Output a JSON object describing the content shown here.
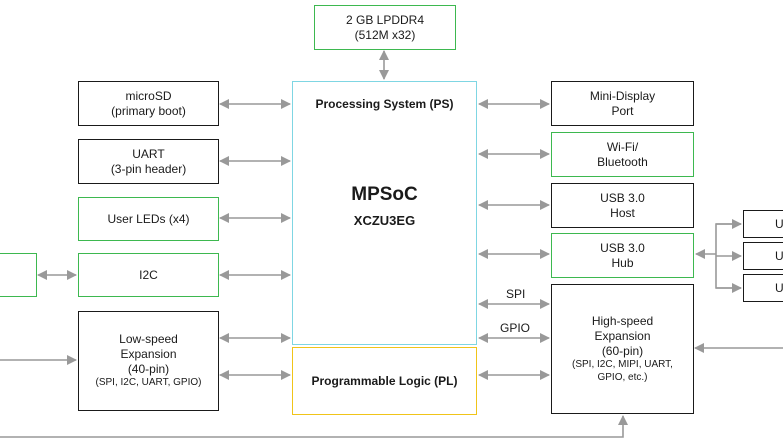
{
  "diagram": {
    "ps": {
      "title": "Processing System (PS)",
      "soc": "MPSoC",
      "part": "XCZU3EG"
    },
    "pl": {
      "title": "Programmable Logic (PL)"
    },
    "memory": {
      "line1": "2 GB LPDDR4",
      "line2": "(512M x32)"
    },
    "left": {
      "microsd": {
        "line1": "microSD",
        "line2": "(primary boot)"
      },
      "uart": {
        "line1": "UART",
        "line2": "(3-pin header)"
      },
      "leds": {
        "label": "User LEDs (x4)"
      },
      "i2c": {
        "label": "I2C"
      },
      "lowspeed": {
        "line1": "Low-speed",
        "line2": "Expansion",
        "line3": "(40-pin)",
        "line4": "(SPI, I2C, UART, GPIO)"
      }
    },
    "right": {
      "minidp": {
        "line1": "Mini-Display",
        "line2": "Port"
      },
      "wifi": {
        "line1": "Wi-Fi/",
        "line2": "Bluetooth"
      },
      "usbhost": {
        "line1": "USB 3.0",
        "line2": "Host"
      },
      "usbhub": {
        "line1": "USB 3.0",
        "line2": "Hub"
      },
      "highspeed": {
        "line1": "High-speed",
        "line2": "Expansion",
        "line3": "(60-pin)",
        "line4": "(SPI, I2C, MIPI, UART,",
        "line5": "GPIO, etc.)"
      }
    },
    "hub_ports": [
      "U",
      "U",
      "U"
    ],
    "links": {
      "spi": "SPI",
      "gpio": "GPIO"
    },
    "colors": {
      "ps_border": "#7fd6e3",
      "pl_border": "#f0c419",
      "green_border": "#3db84f",
      "black_border": "#1a1a1a",
      "arrow": "#999999"
    }
  }
}
